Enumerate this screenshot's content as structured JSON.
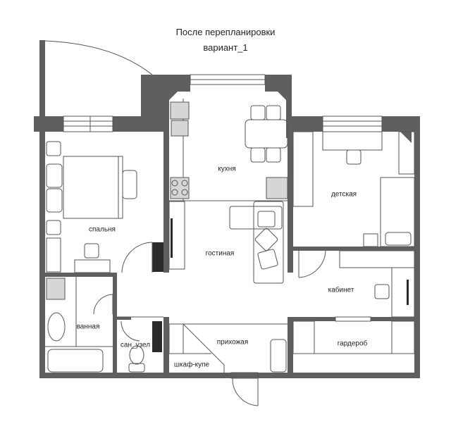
{
  "header": {
    "title": "После перепланировки",
    "subtitle": "вариант_1"
  },
  "rooms": {
    "kitchen": "кухня",
    "bedroom": "спальня",
    "kids_room": "детская",
    "living_room": "гостиная",
    "study": "кабинет",
    "bathroom": "ванная",
    "toilet": "сан_узел",
    "hallway": "прихожая",
    "wardrobe_closet": "шкаф-купе",
    "dressing_room": "гардероб"
  },
  "colors": {
    "wall": "#5f5f5f",
    "furniture_stroke": "#555555",
    "appliance_fill": "#d6d6d6",
    "dark_accent": "#2a2a2a"
  }
}
